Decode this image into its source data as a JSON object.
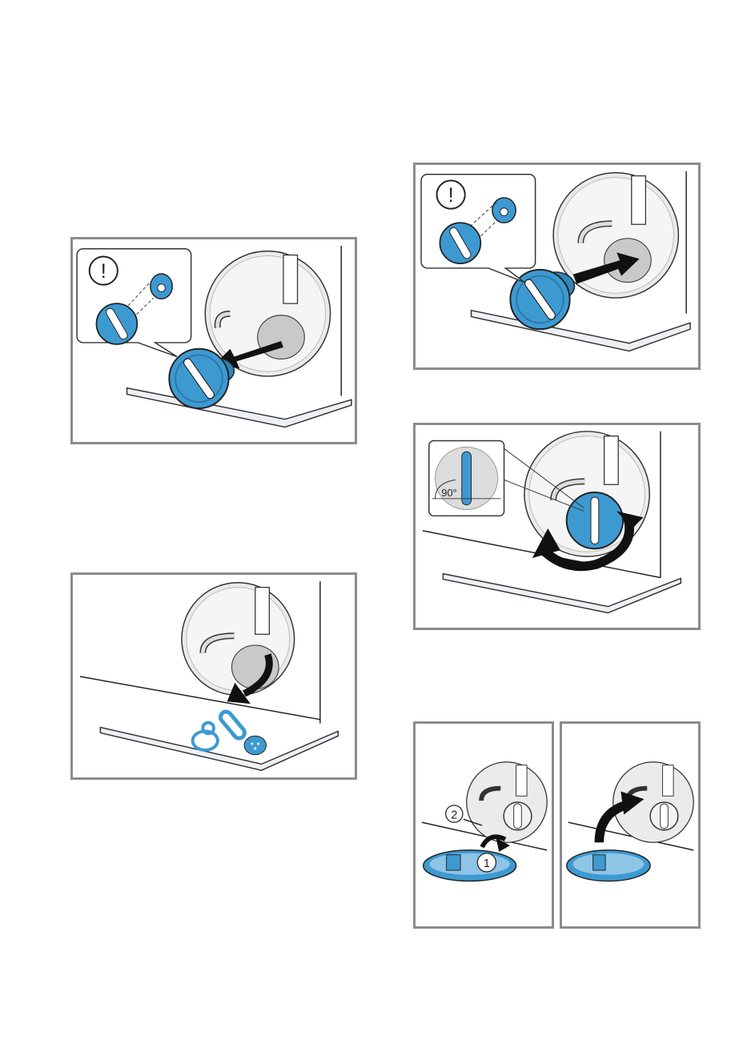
{
  "page": {
    "background": "#ffffff"
  },
  "colors": {
    "part_blue": "#3d9ad1",
    "panel_border": "#8c8c8c",
    "machine_grey": "#e7e7e7",
    "tray_fill": "#eef1f4"
  },
  "icons": {
    "warning": "exclamation-circle-icon",
    "arrow": "direction-arrow-icon"
  },
  "figures": [
    {
      "id": "remove-filter",
      "callout_symbol": "!"
    },
    {
      "id": "insert-filter",
      "callout_symbol": "!"
    },
    {
      "id": "clean-filter-housing"
    },
    {
      "id": "turn-filter",
      "angle_label": "90°"
    },
    {
      "id": "close-flap-step1",
      "steps": [
        "2",
        "1"
      ]
    },
    {
      "id": "close-flap-step2"
    }
  ]
}
